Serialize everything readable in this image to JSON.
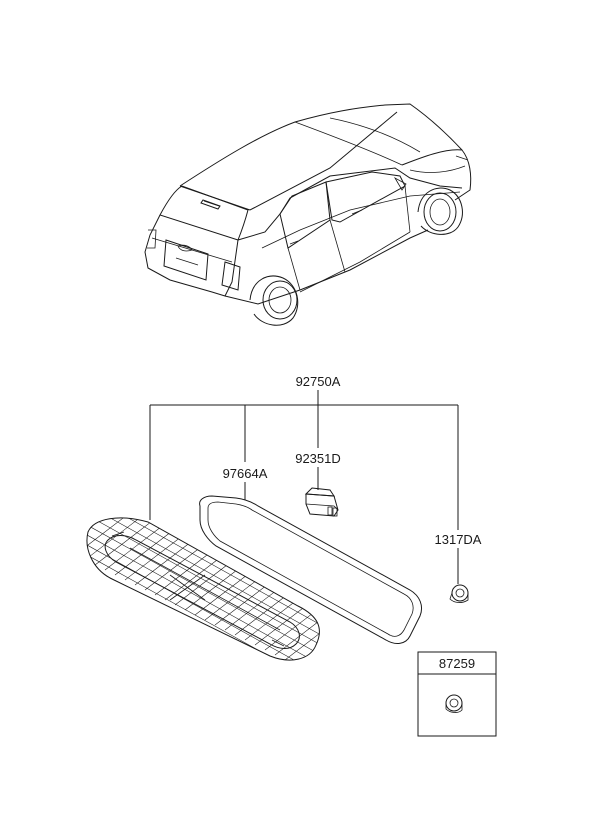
{
  "parts": {
    "assembly": "92750A",
    "gasket": "97664A",
    "bulb": "92351D",
    "grommet": "1317DA",
    "option_box": "87259"
  }
}
